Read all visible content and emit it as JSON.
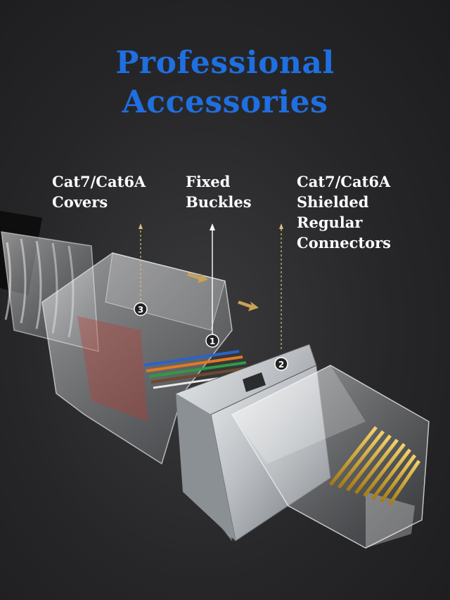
{
  "title": {
    "line1": "Professional",
    "line2": "Accessories"
  },
  "labels": {
    "covers": [
      "Cat7/Cat6A",
      "Covers"
    ],
    "buckles": [
      "Fixed",
      "Buckles"
    ],
    "connectors": [
      "Cat7/Cat6A",
      "Shielded",
      "Regular",
      "Connectors"
    ]
  },
  "markers": {
    "covers": "3",
    "buckles": "1",
    "connectors": "2"
  },
  "colors": {
    "title": "#1f6fe0",
    "background": "#262628",
    "arrow": "#c9a257",
    "gold": "#d4a92a"
  }
}
